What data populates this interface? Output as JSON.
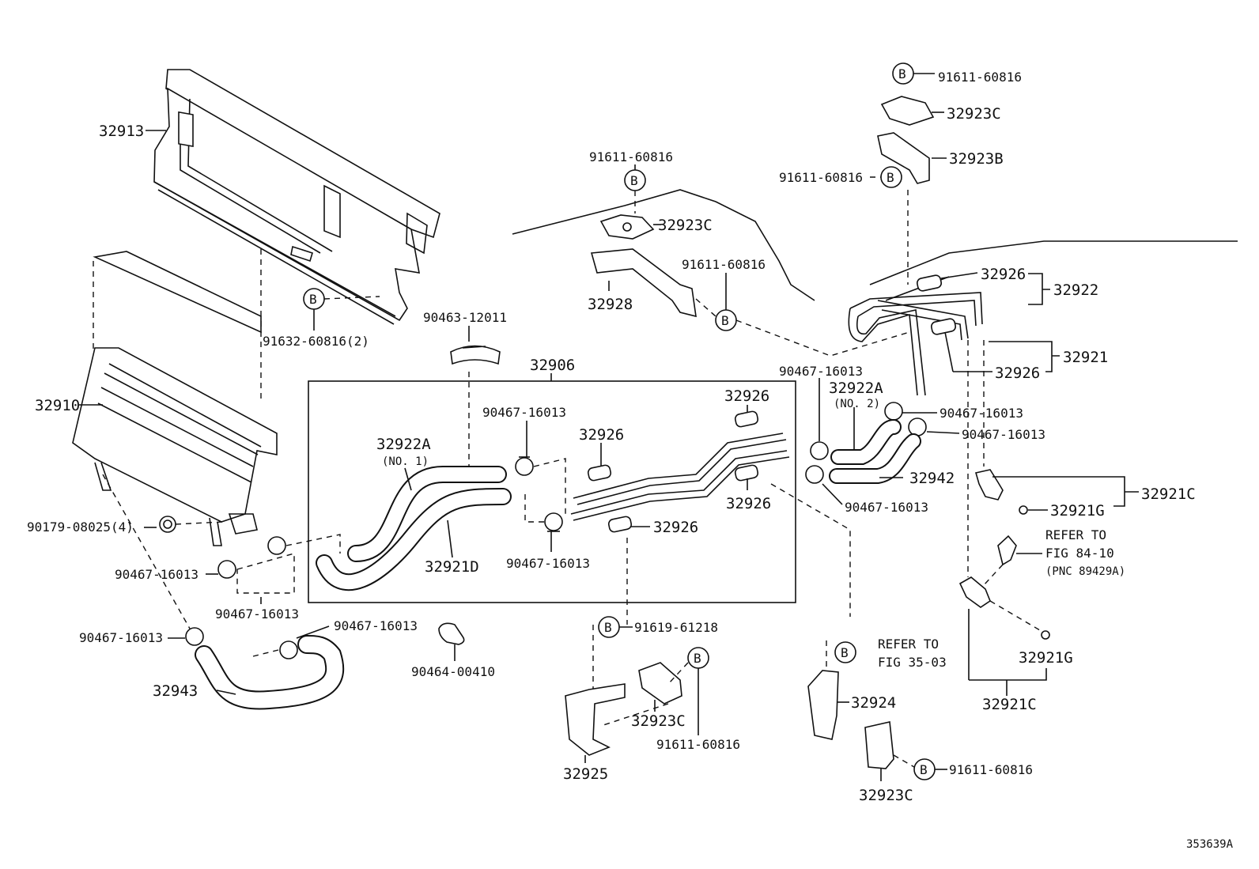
{
  "labels": {
    "p32913": "32913",
    "p32910": "32910",
    "p91632": "91632-60816(2)",
    "p90463": "90463-12011",
    "p32906": "32906",
    "p91611_top": "91611-60816",
    "p32923C_top": "32923C",
    "p32923B": "32923B",
    "p91611_b2": "91611-60816",
    "p91611_mid": "91611-60816",
    "p32923C_mid": "32923C",
    "p91611_r": "91611-60816",
    "p32928": "32928",
    "p32926_a": "32926",
    "p32922": "32922",
    "p32921": "32921",
    "p32926_b": "32926",
    "p90467_a": "90467-16013",
    "p32922A_2": "32922A",
    "no2": "(NO. 2)",
    "p90467_b": "90467-16013",
    "p90467_c": "90467-16013",
    "p32942": "32942",
    "p90467_d": "90467-16013",
    "p32921C_r": "32921C",
    "p32921G_r": "32921G",
    "refer1": "REFER TO",
    "fig84": "FIG 84-10",
    "pnc": "(PNC 89429A)",
    "p32921G_b": "32921G",
    "p32921C_b": "32921C",
    "p32922A_1": "32922A",
    "no1": "(NO. 1)",
    "p90467_e": "90467-16013",
    "p32926_c": "32926",
    "p32926_d": "32926",
    "p32926_e": "32926",
    "p32926_f": "32926",
    "p32921D": "32921D",
    "p90467_f": "90467-16013",
    "p90179": "90179-08025(4)",
    "p90467_g": "90467-16013",
    "p90467_h": "90467-16013",
    "p90467_i": "90467-16013",
    "p90467_j": "90467-16013",
    "p32943": "32943",
    "p90464": "90464-00410",
    "p91619": "91619-61218",
    "p32923C_low": "32923C",
    "p91611_low": "91611-60816",
    "p32925": "32925",
    "refer2": "REFER TO",
    "fig35": "FIG 35-03",
    "p32924": "32924",
    "p32923C_br": "32923C",
    "p91611_br": "91611-60816",
    "code": "353639A"
  },
  "bolt_marker": "B",
  "colors": {
    "line": "#111111",
    "background": "#ffffff"
  }
}
